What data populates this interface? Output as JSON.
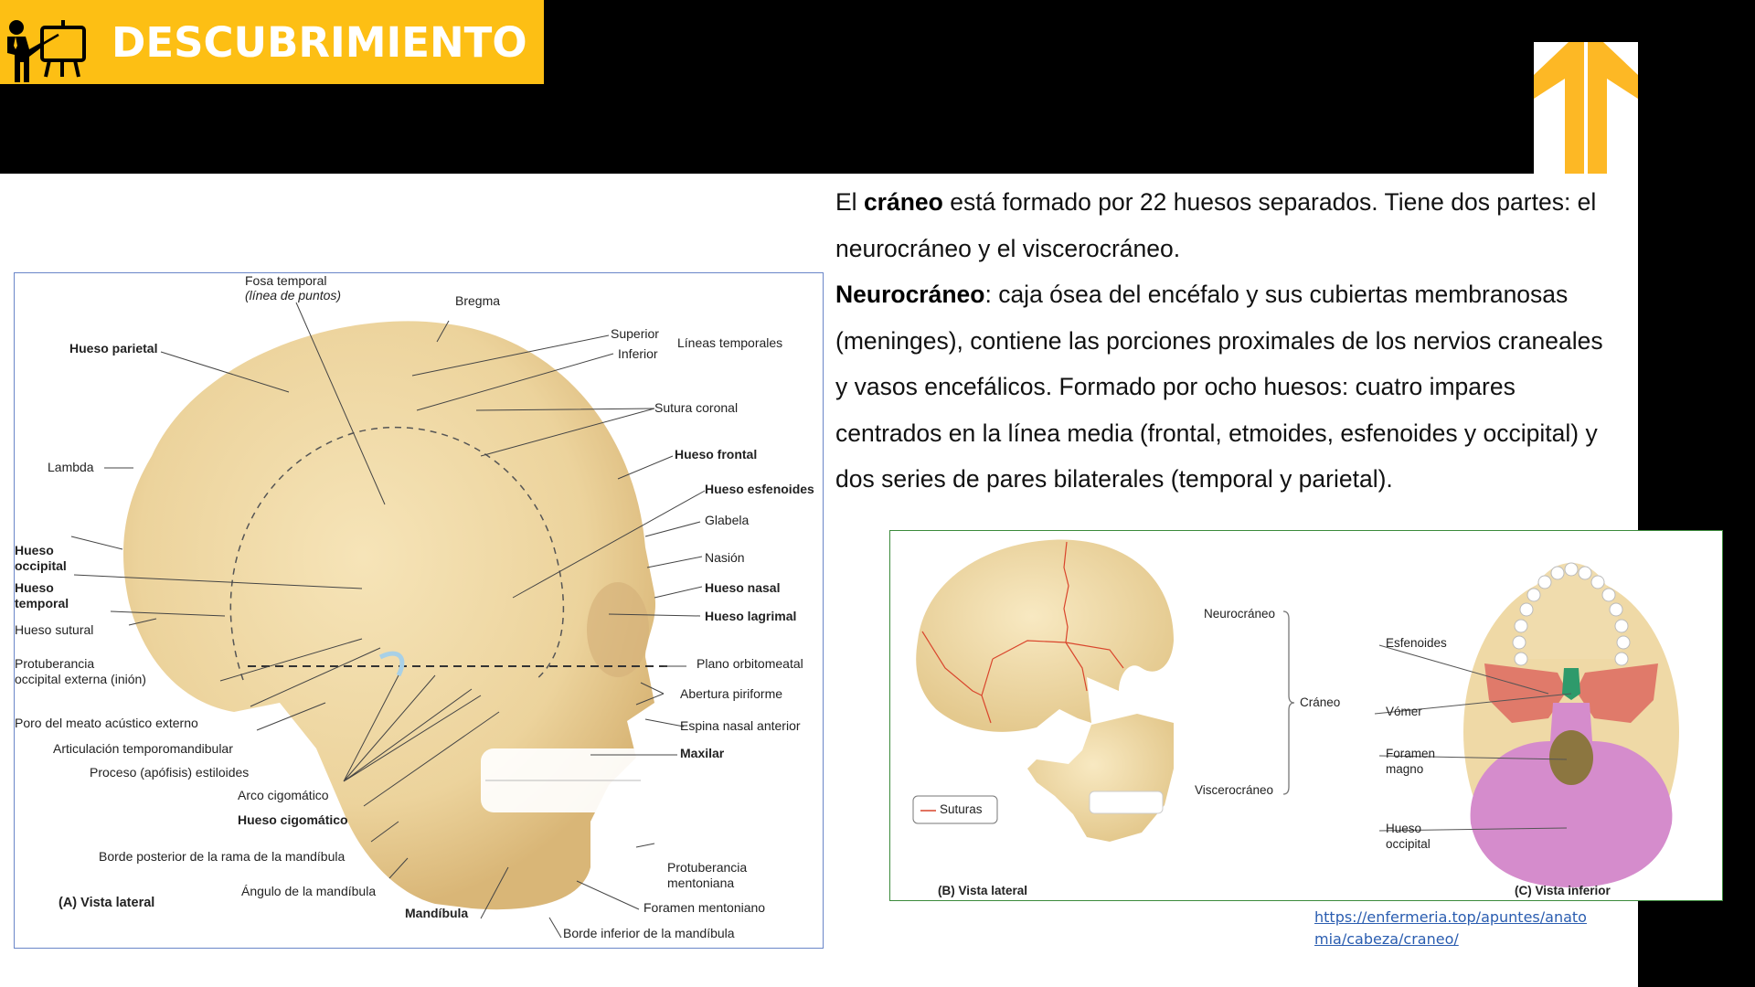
{
  "header": {
    "title": "DESCUBRIMIENTO",
    "icon": "presenter-board-icon",
    "accent_color": "#fdbf14"
  },
  "logo": {
    "icon": "double-arrow-up-logo",
    "color": "#fdb825"
  },
  "body": {
    "p1_pre": "El ",
    "p1_bold": "cráneo",
    "p1_post": " está formado por 22 huesos separados. Tiene dos partes: el neurocráneo y el viscerocráneo.",
    "p2_bold": "Neurocráneo",
    "p2_post": ": caja ósea del encéfalo y sus cubiertas membranosas (meninges), contiene las porciones proximales de los nervios craneales y vasos encefálicos. Formado por ocho huesos: cuatro impares centrados en la línea media (frontal, etmoides, esfenoides y occipital) y dos series de pares bilaterales (temporal y parietal)."
  },
  "figure_a": {
    "caption": "(A) Vista lateral",
    "labels": {
      "fosa_temporal": "Fosa temporal",
      "linea_puntos": "(línea de puntos)",
      "bregma": "Bregma",
      "superior": "Superior",
      "inferior": "Inferior",
      "lineas_temporales": "Líneas temporales",
      "hueso_parietal": "Hueso parietal",
      "sutura_coronal": "Sutura coronal",
      "lambda": "Lambda",
      "hueso_frontal": "Hueso frontal",
      "hueso_esfenoides": "Hueso esfenoides",
      "glabela": "Glabela",
      "hueso_occipital_1": "Hueso",
      "hueso_occipital_2": "occipital",
      "nasion": "Nasión",
      "hueso_temporal_1": "Hueso",
      "hueso_temporal_2": "temporal",
      "hueso_nasal": "Hueso nasal",
      "hueso_sutural": "Hueso sutural",
      "hueso_lagrimal": "Hueso lagrimal",
      "protuberancia_occ_1": "Protuberancia",
      "protuberancia_occ_2": "occipital externa (inión)",
      "plano_orbitomeatal": "Plano orbitomeatal",
      "abertura_piriforme": "Abertura piriforme",
      "poro_meato": "Poro del meato acústico externo",
      "espina_nasal": "Espina nasal anterior",
      "articulacion_tm": "Articulación temporomandibular",
      "maxilar": "Maxilar",
      "proceso_estiloides": "Proceso (apófisis) estiloides",
      "arco_cigomatico": "Arco cigomático",
      "hueso_cigomatico": "Hueso cigomático",
      "borde_posterior": "Borde posterior de la rama de la mandíbula",
      "protuberancia_ment_1": "Protuberancia",
      "protuberancia_ment_2": "mentoniana",
      "angulo_mandibula": "Ángulo de la mandíbula",
      "foramen_mentoniano": "Foramen mentoniano",
      "mandibula": "Mandíbula",
      "borde_inferior": "Borde inferior de la mandíbula"
    }
  },
  "figure_bc": {
    "caption_b": "(B) Vista lateral",
    "caption_c": "(C) Vista inferior",
    "legend_suturas": "Suturas",
    "neurocraneo": "Neurocráneo",
    "viscerocraneo": "Viscerocráneo",
    "craneo": "Cráneo",
    "esfenoides": "Esfenoides",
    "vomer": "Vómer",
    "foramen_1": "Foramen",
    "foramen_2": "magno",
    "occipital_1": "Hueso",
    "occipital_2": "occipital",
    "colors": {
      "bone": "#efd9a6",
      "sutures": "#d9452c",
      "sphenoid": "#e07a6a",
      "vomer": "#2e9a6b",
      "occipital": "#d58ccc"
    }
  },
  "source": {
    "url_line1": "https://enfermeria.top/apuntes/anato",
    "url_line2": "mia/cabeza/craneo/"
  }
}
